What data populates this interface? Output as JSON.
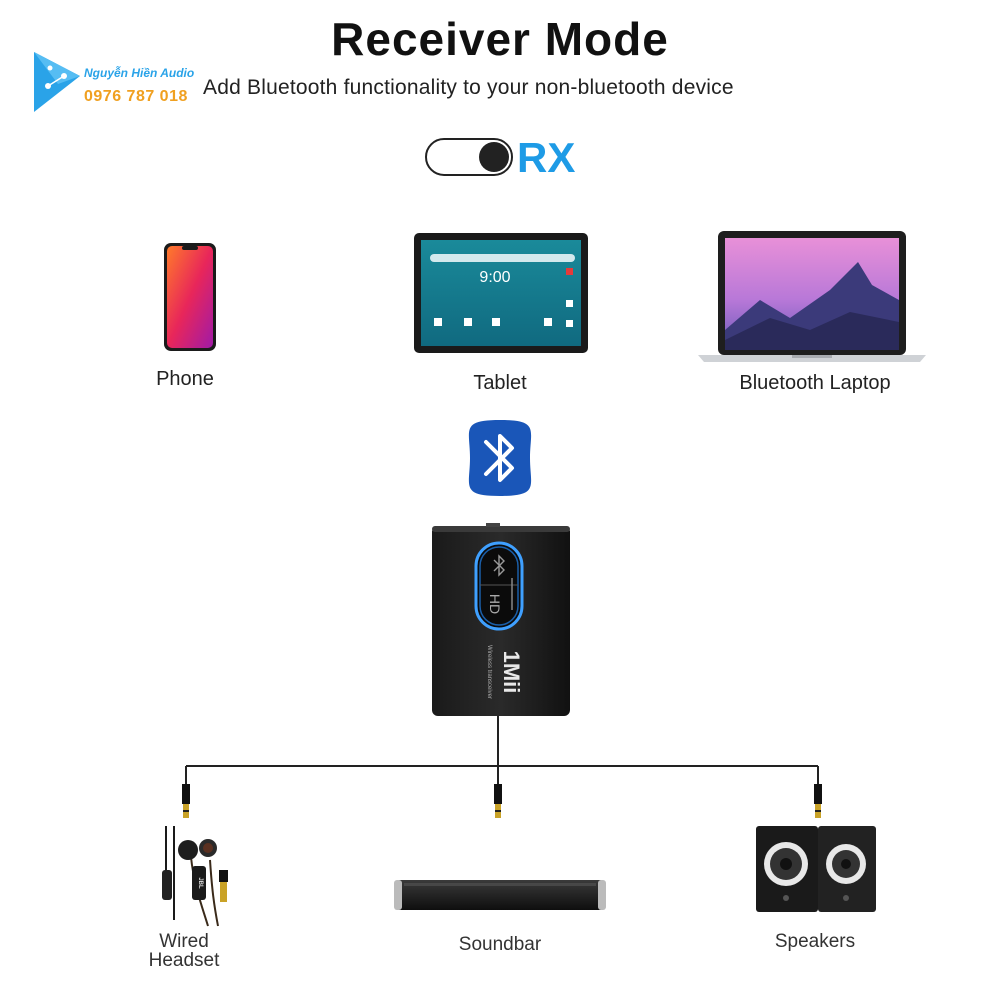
{
  "header": {
    "title": "Receiver Mode",
    "subtitle": "Add Bluetooth functionality to your non-bluetooth device"
  },
  "brand": {
    "name": "Nguyễn Hiền Audio",
    "phone": "0976 787 018",
    "logo_icon": "share-triangle-logo",
    "colors": {
      "primary": "#2aa3e8",
      "secondary": "#f0a020"
    }
  },
  "mode": {
    "label": "RX",
    "toggle_state": "on",
    "accent_color": "#1e9be6"
  },
  "sources": [
    {
      "label": "Phone",
      "icon": "phone-icon"
    },
    {
      "label": "Tablet",
      "icon": "tablet-icon",
      "screen_time": "9:00"
    },
    {
      "label": "Bluetooth Laptop",
      "icon": "laptop-icon"
    }
  ],
  "connection": {
    "icon": "bluetooth-icon",
    "color": "#1a56b8"
  },
  "device": {
    "brand_text": "1Mii",
    "sub_text": "Wireless transceiver",
    "button_text": "HD",
    "glow_color": "#3fa0ff"
  },
  "outputs": [
    {
      "label_lines": [
        "Wired",
        "Headset"
      ],
      "icon": "headset-icon",
      "brand_mark": "JBL"
    },
    {
      "label_lines": [
        "Soundbar"
      ],
      "icon": "soundbar-icon"
    },
    {
      "label_lines": [
        "Speakers"
      ],
      "icon": "speakers-icon"
    }
  ]
}
